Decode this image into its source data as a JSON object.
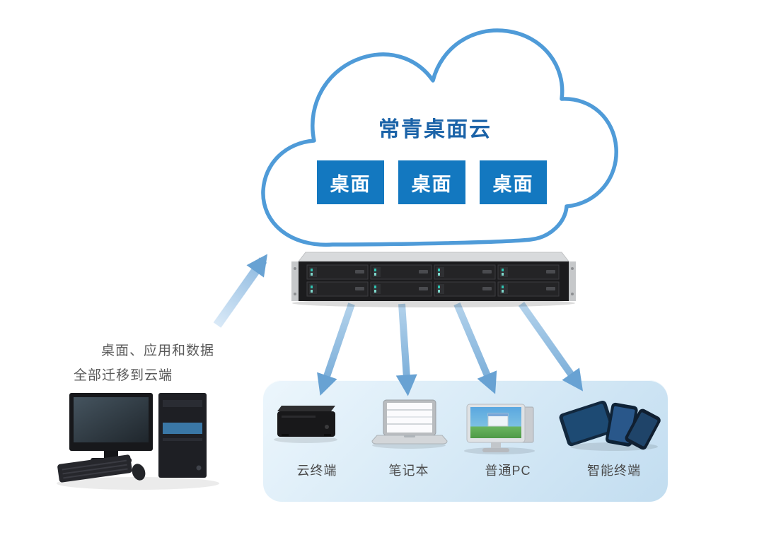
{
  "diagram": {
    "title": "常青桌面云",
    "cloud": {
      "desktops": [
        "桌面",
        "桌面",
        "桌面"
      ]
    },
    "note": {
      "line1": "桌面、应用和数据",
      "line2": "全部迁移到云端"
    },
    "devices": [
      {
        "label": "云终端",
        "icon": "mini-pc-icon"
      },
      {
        "label": "笔记本",
        "icon": "laptop-icon"
      },
      {
        "label": "普通PC",
        "icon": "desktop-monitor-icon"
      },
      {
        "label": "智能终端",
        "icon": "smart-devices-icon"
      }
    ],
    "colors": {
      "cloud_outline": "#4f9bd8",
      "title_text": "#1b63a8",
      "desktop_box_bg": "#1378c0",
      "desktop_box_text": "#ffffff",
      "arrow": "#68a2d3",
      "panel_gradient_start": "#ecf6fc",
      "panel_gradient_end": "#c2ddf0",
      "label_text": "#4a4a4a"
    }
  }
}
